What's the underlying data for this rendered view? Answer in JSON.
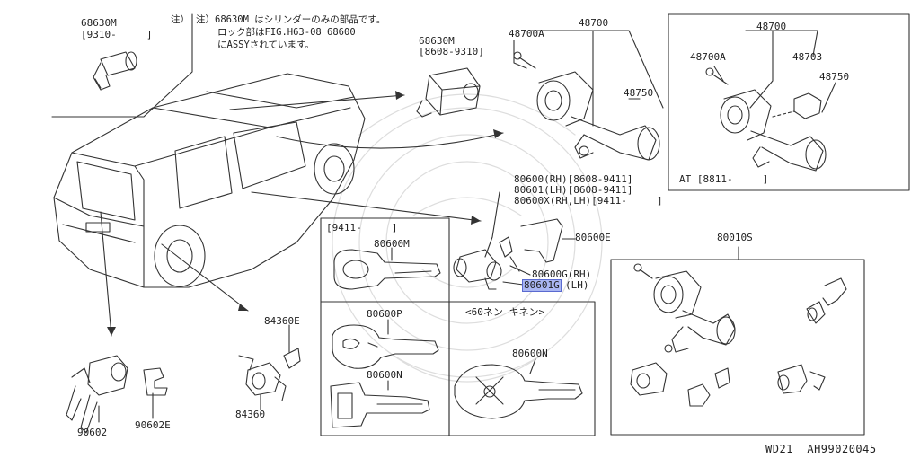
{
  "notes": {
    "marker": "注）",
    "line1": "注）68630M はシリンダーのみの部品です。",
    "line2": "ロック部はFIG.H63-08 68600",
    "line3": "にASSYされています。"
  },
  "parts": {
    "p68630M_top": "68630M",
    "p68630M_top_range": "[9310-     ]",
    "p68630M_mid": "68630M",
    "p68630M_mid_range": "[8608-9310]",
    "p48700A": "48700A",
    "p48700": "48700",
    "p48750": "48750",
    "at_48700": "48700",
    "at_48700A": "48700A",
    "at_48703": "48703",
    "at_48750": "48750",
    "at_label": "AT [8811-     ]",
    "p80600_rh": "80600(RH)[8608-9411]",
    "p80601_lh": "80601(LH)[8608-9411]",
    "p80600x": "80600X(RH,LH)[9411-     ]",
    "p80600E": "80600E",
    "p80600G": "80600G(RH)",
    "p80601G": "80601G",
    "p80601G_side": "(LH)",
    "box_range": "[9411-     ]",
    "p80600M": "80600M",
    "p80600P": "80600P",
    "p80600N_left": "80600N",
    "p60nen": "<60ネン キネン>",
    "p80600N_right": "80600N",
    "p80010S": "80010S",
    "p84360E": "84360E",
    "p84360": "84360",
    "p90602": "90602",
    "p90602E": "90602E"
  },
  "footer": {
    "code": "WD21  AH99020045"
  }
}
